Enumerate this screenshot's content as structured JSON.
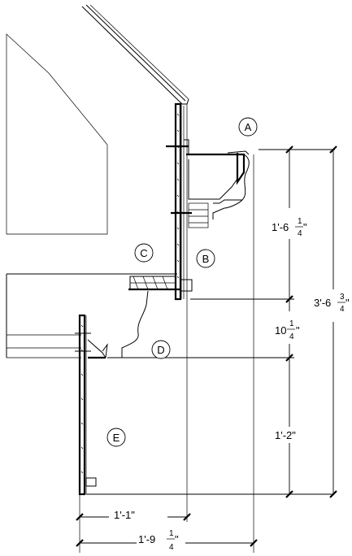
{
  "callouts": {
    "a": "A",
    "b": "B",
    "c": "C",
    "d": "D",
    "e": "E"
  },
  "dimensions": {
    "upper": {
      "whole": "1'-6",
      "num": "1",
      "den": "4",
      "suffix": "\""
    },
    "middle": {
      "whole": "10",
      "num": "1",
      "den": "4",
      "suffix": "\""
    },
    "lower": {
      "whole": "1'-2\""
    },
    "overall_vertical": {
      "whole": "3'-6",
      "num": "3",
      "den": "4",
      "suffix": "\""
    },
    "horizontal_short": {
      "whole": "1'-1\""
    },
    "horizontal_long": {
      "whole": "1'-9",
      "num": "1",
      "den": "4",
      "suffix": "\""
    }
  }
}
